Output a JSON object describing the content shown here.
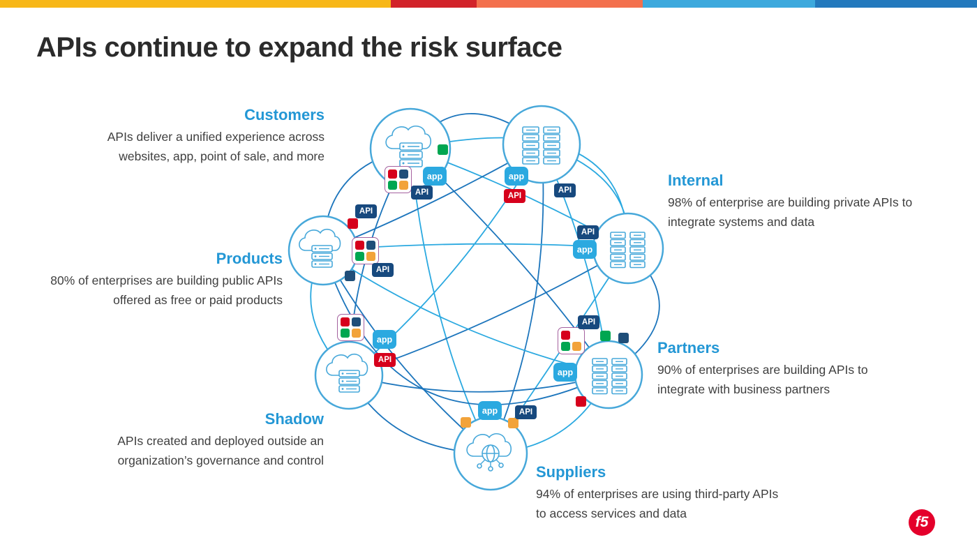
{
  "slide": {
    "title": "APIs continue to expand the risk surface",
    "logo_text": "f5"
  },
  "topbar": {
    "segments": [
      {
        "name": "yellow",
        "color": "#F7B718"
      },
      {
        "name": "red",
        "color": "#D2232A"
      },
      {
        "name": "coral",
        "color": "#F3704D"
      },
      {
        "name": "sky",
        "color": "#3DA9DD"
      },
      {
        "name": "blue",
        "color": "#2379BD"
      }
    ]
  },
  "badges": {
    "app": "app",
    "api": "API"
  },
  "palette": {
    "node_stroke": "#47A8DA",
    "line_dark": "#1C75BC",
    "line_light": "#2BA9E0",
    "heading_blue": "#2397D5",
    "body_text": "#3F3F3F",
    "square_red": "#D6001C",
    "square_green": "#00A651",
    "square_orange": "#F2A33A",
    "square_navy": "#1F4E79",
    "api_badge_navy": "#17497E",
    "api_badge_red": "#D6001C",
    "app_badge_blue": "#2BA9E0",
    "f5_red": "#E4002B"
  },
  "sections": {
    "customers": {
      "heading": "Customers",
      "body": "APIs deliver a unified experience across\nwebsites, app, point of sale, and more"
    },
    "internal": {
      "heading": "Internal",
      "body": "98% of enterprise are building private APIs to\nintegrate systems and data"
    },
    "products": {
      "heading": "Products",
      "body": "80% of enterprises are building public APIs\noffered as free or paid products"
    },
    "partners": {
      "heading": "Partners",
      "body": "90% of enterprises are building APIs to\nintegrate with business partners"
    },
    "shadow": {
      "heading": "Shadow",
      "body": "APIs created and deployed outside an\norganization’s governance and control"
    },
    "suppliers": {
      "heading": "Suppliers",
      "body": "94% of enterprises are using third-party APIs\nto access services and data"
    }
  }
}
